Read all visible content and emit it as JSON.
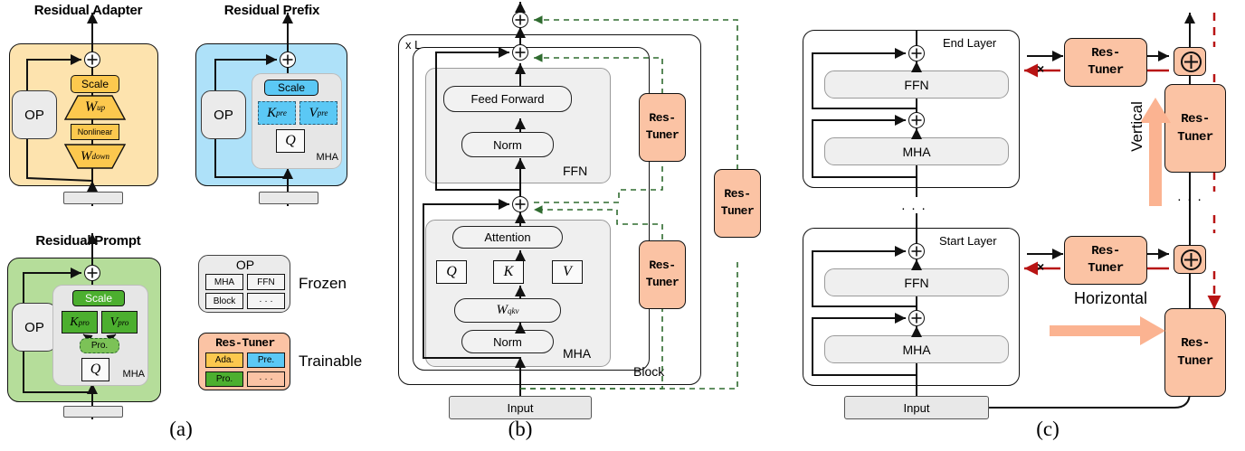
{
  "figure": {
    "panel_labels": {
      "a": "(a)",
      "b": "(b)",
      "c": "(c)"
    }
  },
  "colors": {
    "adapter_bg": "#fde3ae",
    "adapter_accent": "#fcc84e",
    "prefix_bg": "#aee1f9",
    "prefix_accent": "#5bc8f5",
    "prompt_bg": "#b5dd9a",
    "prompt_accent": "#4caf2f",
    "restuner": "#fbc3a4",
    "frozen_grey": "#ebebeb",
    "grad_red": "#b81414",
    "dash_green": "#2f6b2f",
    "arrow_peach": "#fbb391"
  },
  "panel_a": {
    "adapter": {
      "title": "Residual Adapter",
      "op": "OP",
      "scale": "Scale",
      "w_up": "W",
      "w_up_sub": "up",
      "nonlinear": "Nonlinear",
      "w_down": "W",
      "w_down_sub": "down",
      "plus": "⊕"
    },
    "prefix": {
      "title": "Residual Prefix",
      "op": "OP",
      "scale": "Scale",
      "k": "K",
      "k_sub": "pre",
      "v": "V",
      "v_sub": "pre",
      "q": "Q",
      "mha": "MHA",
      "plus": "⊕"
    },
    "prompt": {
      "title": "Residual Prompt",
      "op": "OP",
      "scale": "Scale",
      "k": "K",
      "k_sub": "pro",
      "v": "V",
      "v_sub": "pro",
      "pro": "Pro.",
      "q": "Q",
      "mha": "MHA",
      "plus": "⊕"
    },
    "legend": {
      "frozen": {
        "label": "Frozen",
        "header": "OP",
        "items": [
          "MHA",
          "FFN",
          "Block",
          "· · ·"
        ]
      },
      "trainable": {
        "label": "Trainable",
        "header": "Res-Tuner",
        "items": [
          "Ada.",
          "Pre.",
          "Pro.",
          "· · ·"
        ]
      }
    }
  },
  "panel_b": {
    "repeat_label": "x L",
    "block_label": "Block",
    "ffn": {
      "label": "FFN",
      "feed_forward": "Feed Forward",
      "norm": "Norm"
    },
    "mha": {
      "label": "MHA",
      "attention": "Attention",
      "q": "Q",
      "k": "K",
      "v": "V",
      "w_qkv": "W",
      "w_qkv_sub": "qkv",
      "norm": "Norm"
    },
    "input": "Input",
    "restuner_label": "Res-\nTuner",
    "restuner_line1": "Res-",
    "restuner_line2": "Tuner",
    "plus": "⊕"
  },
  "panel_c": {
    "end_layer": {
      "title": "End Layer",
      "ffn": "FFN",
      "mha": "MHA"
    },
    "start_layer": {
      "title": "Start Layer",
      "ffn": "FFN",
      "mha": "MHA"
    },
    "ellipsis": "· · ·",
    "input": "Input",
    "restuner_line1": "Res-",
    "restuner_line2": "Tuner",
    "vertical_label": "Vertical",
    "horizontal_label": "Horizontal",
    "plus": "⊕",
    "blocked_marker": "×"
  }
}
